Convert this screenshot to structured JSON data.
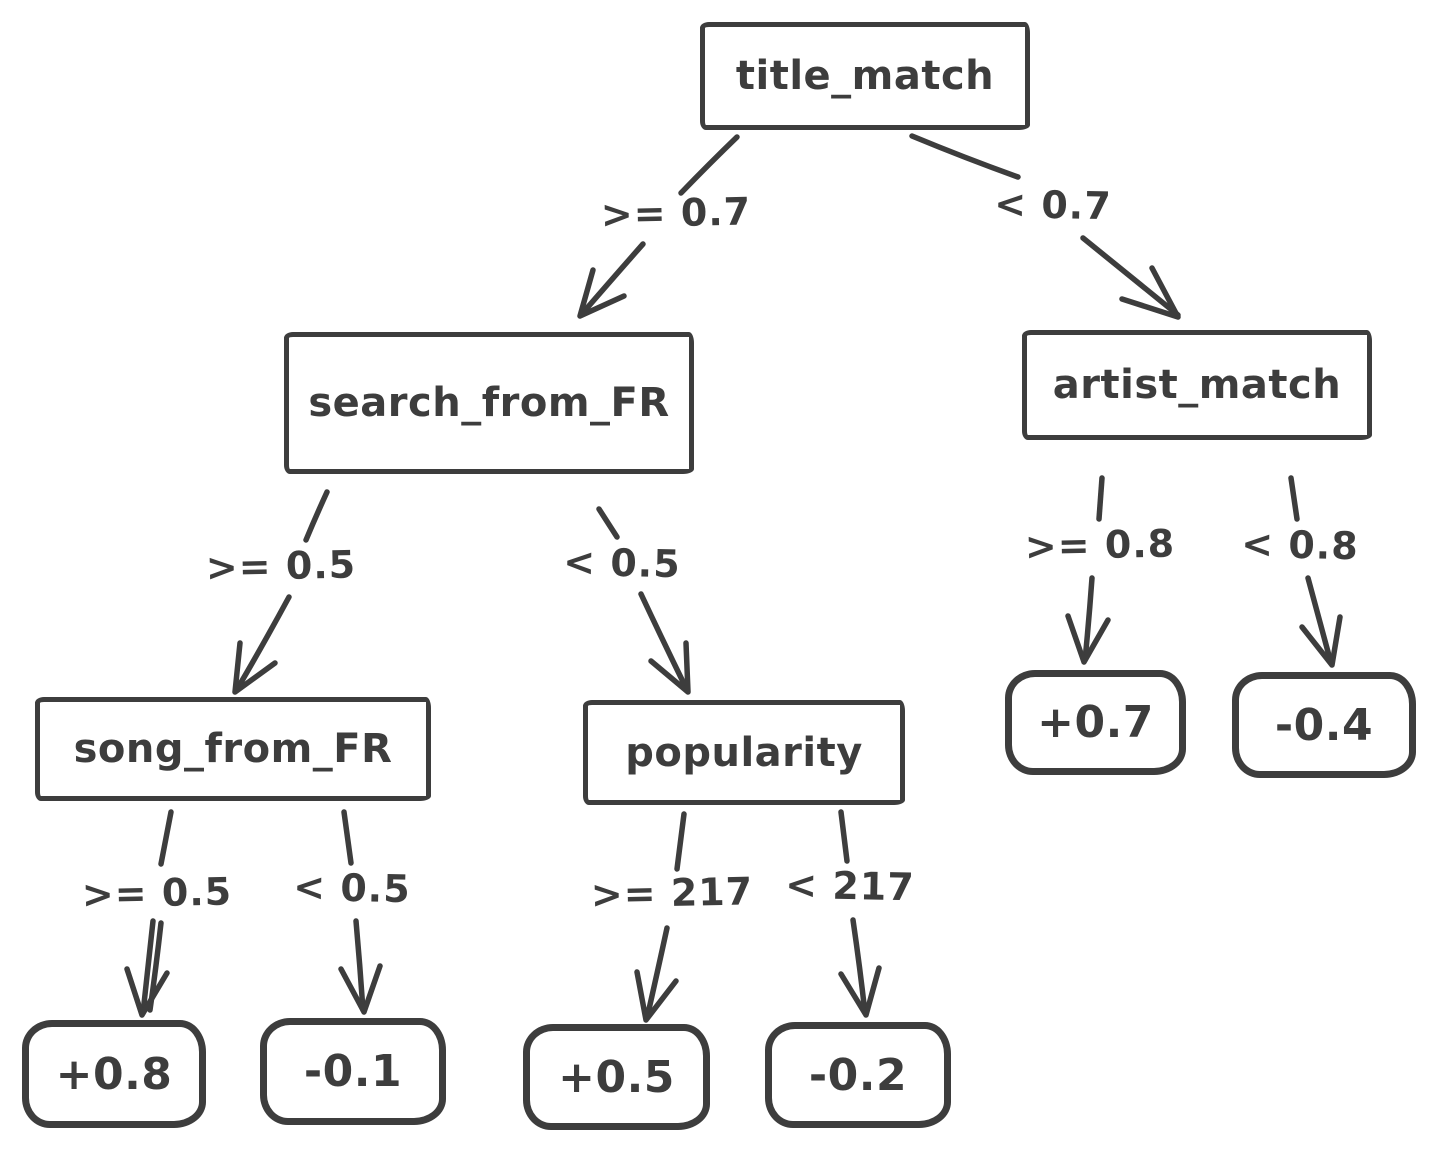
{
  "diagram": {
    "type": "decision-tree",
    "background": "#ffffff",
    "stroke_color": "#3d3d3d"
  },
  "nodes": {
    "title_match": {
      "label": "title_match",
      "kind": "decision"
    },
    "search_from_FR": {
      "label": "search_from_FR",
      "kind": "decision"
    },
    "artist_match": {
      "label": "artist_match",
      "kind": "decision"
    },
    "song_from_FR": {
      "label": "song_from_FR",
      "kind": "decision"
    },
    "popularity": {
      "label": "popularity",
      "kind": "decision"
    },
    "leaf_plus_0_8": {
      "label": "+0.8",
      "kind": "leaf"
    },
    "leaf_minus_0_1": {
      "label": "-0.1",
      "kind": "leaf"
    },
    "leaf_plus_0_5": {
      "label": "+0.5",
      "kind": "leaf"
    },
    "leaf_minus_0_2": {
      "label": "-0.2",
      "kind": "leaf"
    },
    "leaf_plus_0_7": {
      "label": "+0.7",
      "kind": "leaf"
    },
    "leaf_minus_0_4": {
      "label": "-0.4",
      "kind": "leaf"
    }
  },
  "edges": {
    "title_ge": {
      "label": ">= 0.7",
      "from": "title_match",
      "to": "search_from_FR"
    },
    "title_lt": {
      "label": "< 0.7",
      "from": "title_match",
      "to": "artist_match"
    },
    "search_ge": {
      "label": ">= 0.5",
      "from": "search_from_FR",
      "to": "song_from_FR"
    },
    "search_lt": {
      "label": "< 0.5",
      "from": "search_from_FR",
      "to": "popularity"
    },
    "song_ge": {
      "label": ">= 0.5",
      "from": "song_from_FR",
      "to": "leaf_plus_0_8"
    },
    "song_lt": {
      "label": "< 0.5",
      "from": "song_from_FR",
      "to": "leaf_minus_0_1"
    },
    "pop_ge": {
      "label": ">= 217",
      "from": "popularity",
      "to": "leaf_plus_0_5"
    },
    "pop_lt": {
      "label": "< 217",
      "from": "popularity",
      "to": "leaf_minus_0_2"
    },
    "artist_ge": {
      "label": ">= 0.8",
      "from": "artist_match",
      "to": "leaf_plus_0_7"
    },
    "artist_lt": {
      "label": "< 0.8",
      "from": "artist_match",
      "to": "leaf_minus_0_4"
    }
  }
}
